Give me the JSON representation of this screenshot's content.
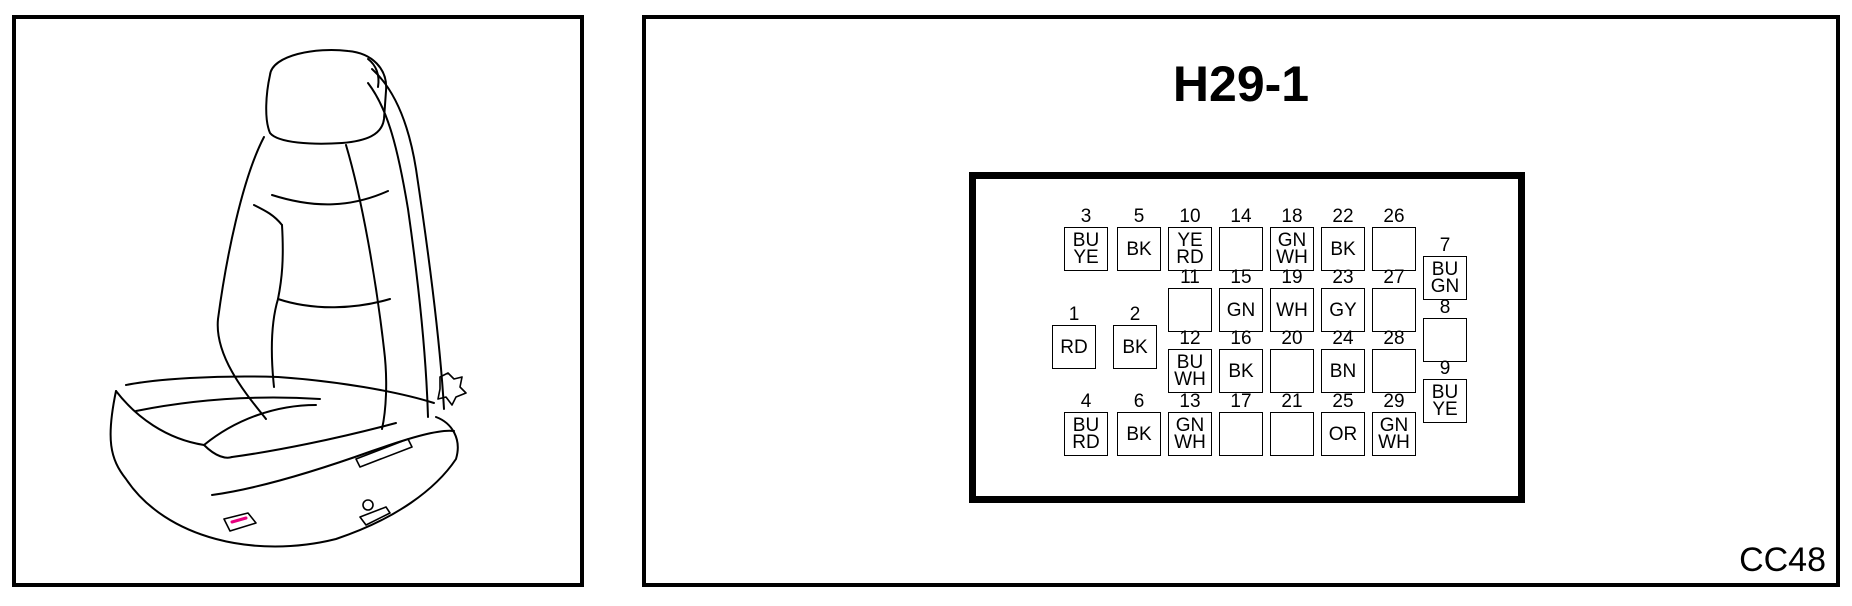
{
  "connector": {
    "title": "H29-1",
    "code": "CC48",
    "pins": [
      {
        "num": "1",
        "color": "RD"
      },
      {
        "num": "2",
        "color": "BK"
      },
      {
        "num": "3",
        "color": "BU\nYE"
      },
      {
        "num": "4",
        "color": "BU\nRD"
      },
      {
        "num": "5",
        "color": "BK"
      },
      {
        "num": "6",
        "color": "BK"
      },
      {
        "num": "7",
        "color": "BU\nGN"
      },
      {
        "num": "8",
        "color": ""
      },
      {
        "num": "9",
        "color": "BU\nYE"
      },
      {
        "num": "10",
        "color": "YE\nRD"
      },
      {
        "num": "11",
        "color": ""
      },
      {
        "num": "12",
        "color": "BU\nWH"
      },
      {
        "num": "13",
        "color": "GN\nWH"
      },
      {
        "num": "14",
        "color": ""
      },
      {
        "num": "15",
        "color": "GN"
      },
      {
        "num": "16",
        "color": "BK"
      },
      {
        "num": "17",
        "color": ""
      },
      {
        "num": "18",
        "color": "GN\nWH"
      },
      {
        "num": "19",
        "color": "WH"
      },
      {
        "num": "20",
        "color": ""
      },
      {
        "num": "21",
        "color": ""
      },
      {
        "num": "22",
        "color": "BK"
      },
      {
        "num": "23",
        "color": "GY"
      },
      {
        "num": "24",
        "color": "BN"
      },
      {
        "num": "25",
        "color": "OR"
      },
      {
        "num": "26",
        "color": ""
      },
      {
        "num": "27",
        "color": ""
      },
      {
        "num": "28",
        "color": ""
      },
      {
        "num": "29",
        "color": "GN\nWH"
      }
    ]
  },
  "colors": {
    "line": "#000000",
    "connector_marker": "#e6007e"
  }
}
